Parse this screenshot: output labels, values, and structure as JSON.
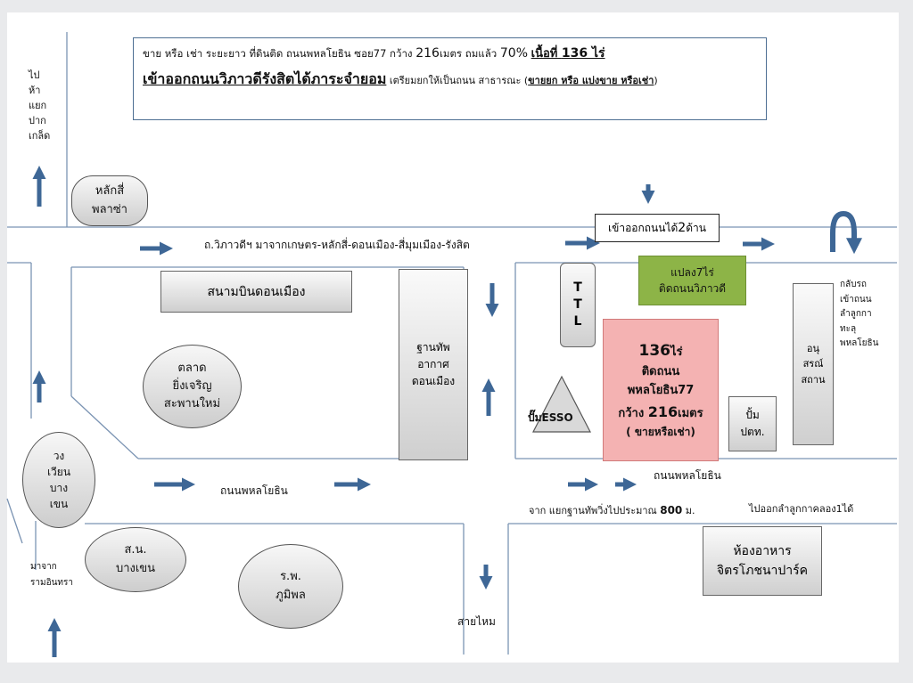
{
  "header": {
    "line1_pre": "ขาย หรือ เช่า ระยะยาว ที่ดินติด ถนนพหลโยธิน ซอย77  กว้าง ",
    "line1_width": "216",
    "line1_mid": "เมตร ถมแล้ว ",
    "line1_pct": "70%",
    "line1_area_label": "เนื้อที่ ",
    "line1_area": "136 ไร่",
    "line2_main": "เข้าออกถนนวิภาวดีรังสิตได้ภาระจำยอม",
    "line2_pre": " เตรียมยกให้เป็นถนน สาธารณะ (",
    "line2_deal": "ขายยก หรือ แบ่งขาย หรือเช่า",
    "line2_post": ")"
  },
  "left_note": [
    "ไป",
    "ห้า",
    "แยก",
    "ปาก",
    "เกล็ด"
  ],
  "places": {
    "laksi_plaza": [
      "หลักสี่",
      "พลาซ่า"
    ],
    "don_mueang_airport": "สนามบินดอนเมือง",
    "market": [
      "ตลาด",
      "ยิ่งเจริญ",
      "สะพานใหม่"
    ],
    "air_force_base": [
      "ฐานทัพ",
      "อากาศ",
      "ดอนเมือง"
    ],
    "wongwian_bangkhen": [
      "วง",
      "เวียน",
      "บาง",
      "เขน"
    ],
    "bangkhen_police": [
      "ส.น.",
      "บางเขน"
    ],
    "bhumibol_hospital": [
      "ร.พ.",
      "ภูมิพล"
    ],
    "ttl": [
      "T",
      "T",
      "L"
    ],
    "esso": "ปั๊มESSO",
    "ptt": [
      "ปั้ม",
      "ปตท."
    ],
    "monument": [
      "อนุ",
      "สรณ์",
      "สถาน"
    ],
    "restaurant": [
      "ห้องอาหาร",
      "จิตรโภชนาปาร์ค"
    ]
  },
  "plot7": [
    "แปลง7ไร่",
    "ติดถนนวิภาวดี"
  ],
  "main_plot": {
    "area_value": "136",
    "area_unit": "ไร่",
    "l2": "ติดถนน",
    "l3": "พหลโยธิน77",
    "width_label": "กว้าง ",
    "width_value": "216",
    "width_unit": "เมตร",
    "l5": "( ขายหรือเช่า)"
  },
  "roads": {
    "vibhavadi": "ถ.วิภาวดีฯ มาจากเกษตร-หลักสี่-ดอนเมือง-สี่มุมเมือง-รังสิต",
    "two_way_pre": "เข้าออกถนนได้ ",
    "two_way_num": "2",
    "two_way_post": "ด้าน",
    "phahon_left": "ถนนพหลโยธิน",
    "phahon_right": "ถนนพหลโยธิน",
    "distance_pre": "จาก แยกฐานทัพวิ่งไปประมาณ ",
    "distance_value": "800",
    "distance_post": " ม.",
    "to_lamlukka": "ไปออกลำลูกกาคลอง1ได้",
    "sai_mai": "สายไหม",
    "from_ramintra": [
      "มาจาก",
      "รามอินทรา"
    ],
    "uturn_note": [
      "กลับรถ",
      "เข้าถนน",
      "ลำลูกกา",
      "ทะลุ",
      "พหลโยธิน"
    ]
  },
  "colors": {
    "road_line": "#7b94b3",
    "arrow": "#3e6796",
    "plot_fill": "#f4b2b2",
    "plot7_fill": "#8db447",
    "header_border": "#4e6f93"
  }
}
